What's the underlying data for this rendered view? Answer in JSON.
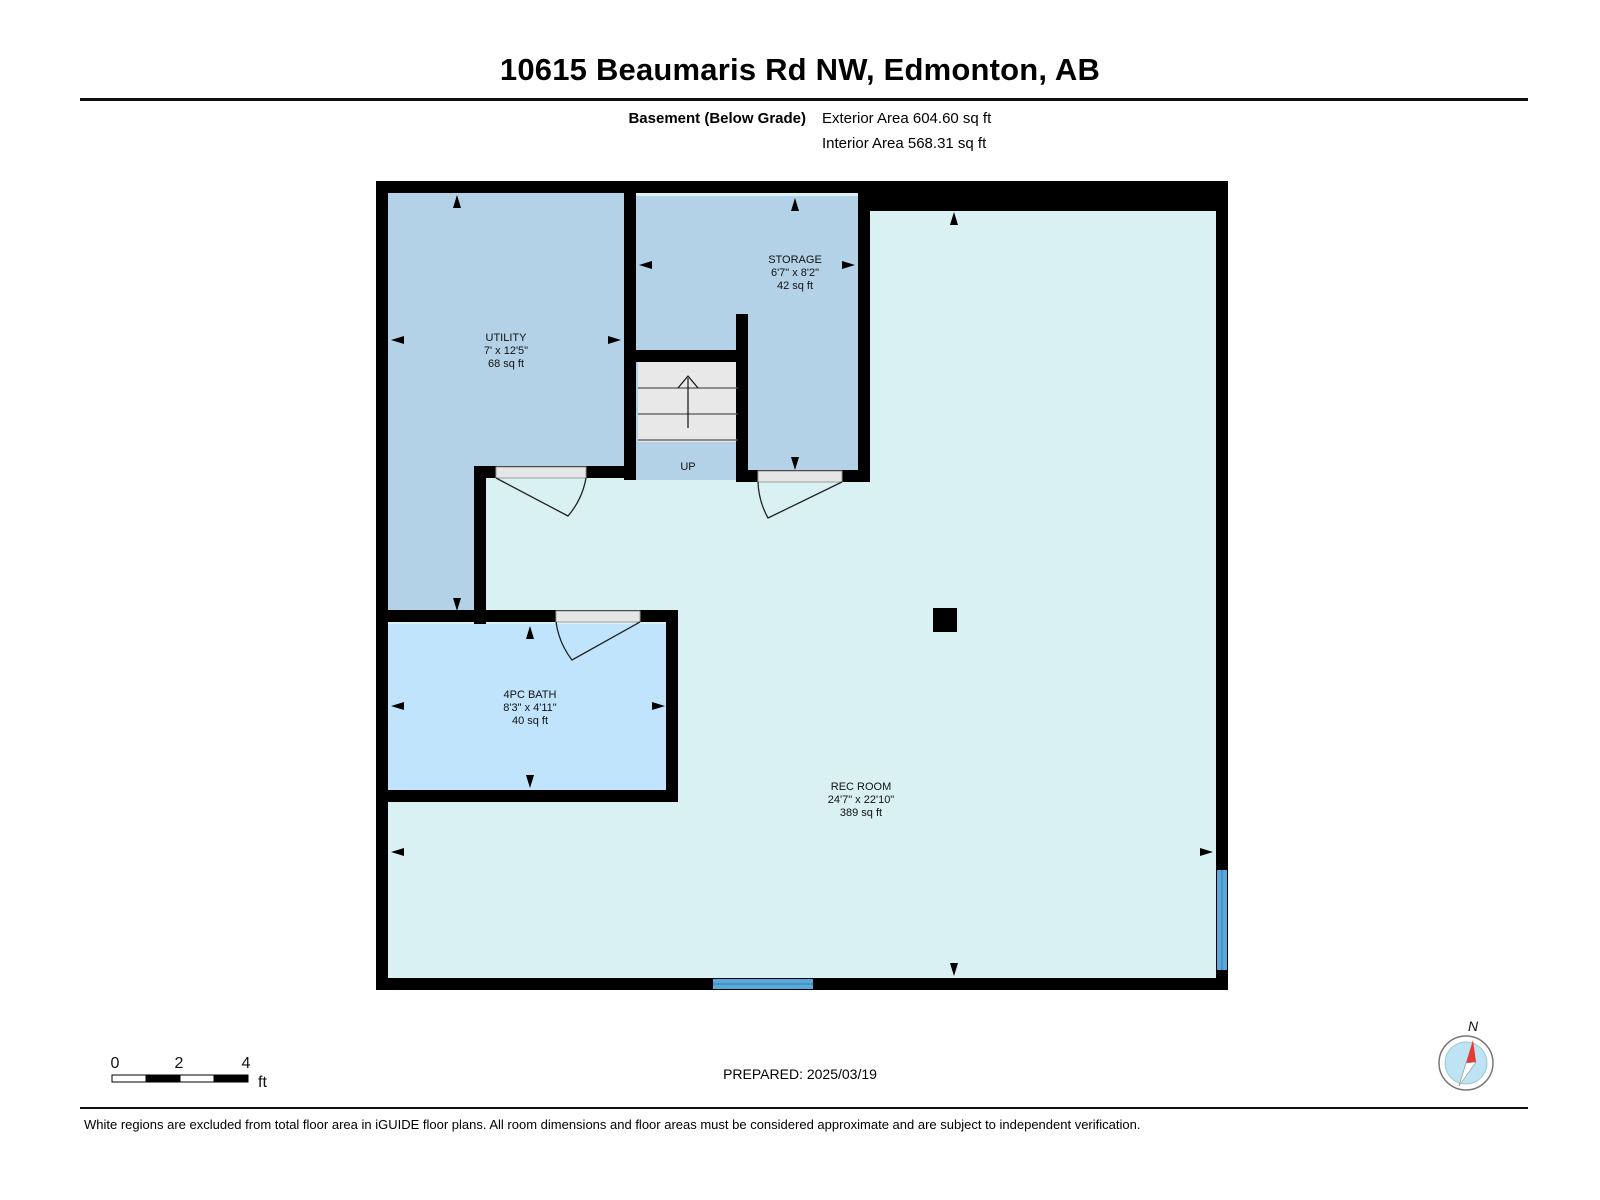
{
  "header": {
    "title": "10615 Beaumaris Rd NW, Edmonton, AB",
    "floor_label": "Basement (Below Grade)",
    "exterior_area": "Exterior Area 604.60 sq ft",
    "interior_area": "Interior Area 568.31 sq ft"
  },
  "rooms": {
    "utility": {
      "name": "UTILITY",
      "dims": "7' x 12'5\"",
      "area": "68 sq ft"
    },
    "storage": {
      "name": "STORAGE",
      "dims": "6'7\" x 8'2\"",
      "area": "42 sq ft"
    },
    "bath": {
      "name": "4PC BATH",
      "dims": "8'3\" x 4'11\"",
      "area": "40 sq ft"
    },
    "rec_room": {
      "name": "REC ROOM",
      "dims": "24'7\" x 22'10\"",
      "area": "389 sq ft"
    }
  },
  "stairs_label": "UP",
  "scale_bar": {
    "ticks": [
      "0",
      "2",
      "4"
    ],
    "unit": "ft"
  },
  "compass": {
    "label": "N"
  },
  "prepared": "PREPARED: 2025/03/19",
  "footer_note": "White regions are excluded from total floor area in iGUIDE floor plans. All room dimensions and floor areas must be considered approximate and are subject to independent verification.",
  "colors": {
    "wall": "#000000",
    "utility_fill": "#b4d2e7",
    "storage_fill": "#b4d2e7",
    "bath_fill": "#c0e4fb",
    "rec_fill": "#d9f1f2",
    "window": "#5aa9d8",
    "compass_arrow": "#e53935",
    "compass_fill": "#bde3f4"
  }
}
